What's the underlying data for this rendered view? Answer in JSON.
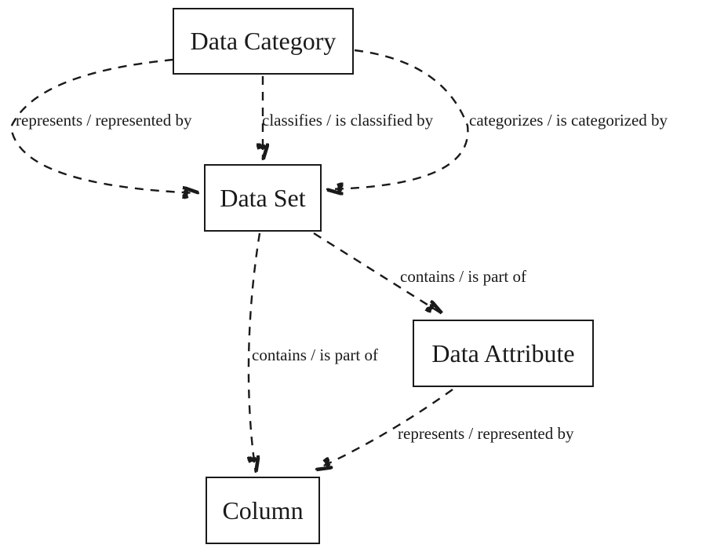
{
  "diagram": {
    "nodes": [
      {
        "id": "data-category",
        "label": "Data Category"
      },
      {
        "id": "data-set",
        "label": "Data Set"
      },
      {
        "id": "data-attribute",
        "label": "Data Attribute"
      },
      {
        "id": "column",
        "label": "Column"
      }
    ],
    "edges": [
      {
        "from": "Data Category",
        "to": "Data Set",
        "label": "represents / represented by"
      },
      {
        "from": "Data Category",
        "to": "Data Set",
        "label": "classifies / is classified by"
      },
      {
        "from": "Data Category",
        "to": "Data Set",
        "label": "categorizes / is categorized by"
      },
      {
        "from": "Data Set",
        "to": "Data Attribute",
        "label": "contains / is part of"
      },
      {
        "from": "Data Set",
        "to": "Column",
        "label": "contains / is part of"
      },
      {
        "from": "Data Attribute",
        "to": "Column",
        "label": "represents / represented by"
      }
    ],
    "colors": {
      "line": "#1a1a1a",
      "text": "#1a1a1a",
      "box_background": "#ffffff",
      "page_background": "#ffffff"
    },
    "edge_style": "dashed",
    "arrowhead_style": "filled-vee"
  }
}
